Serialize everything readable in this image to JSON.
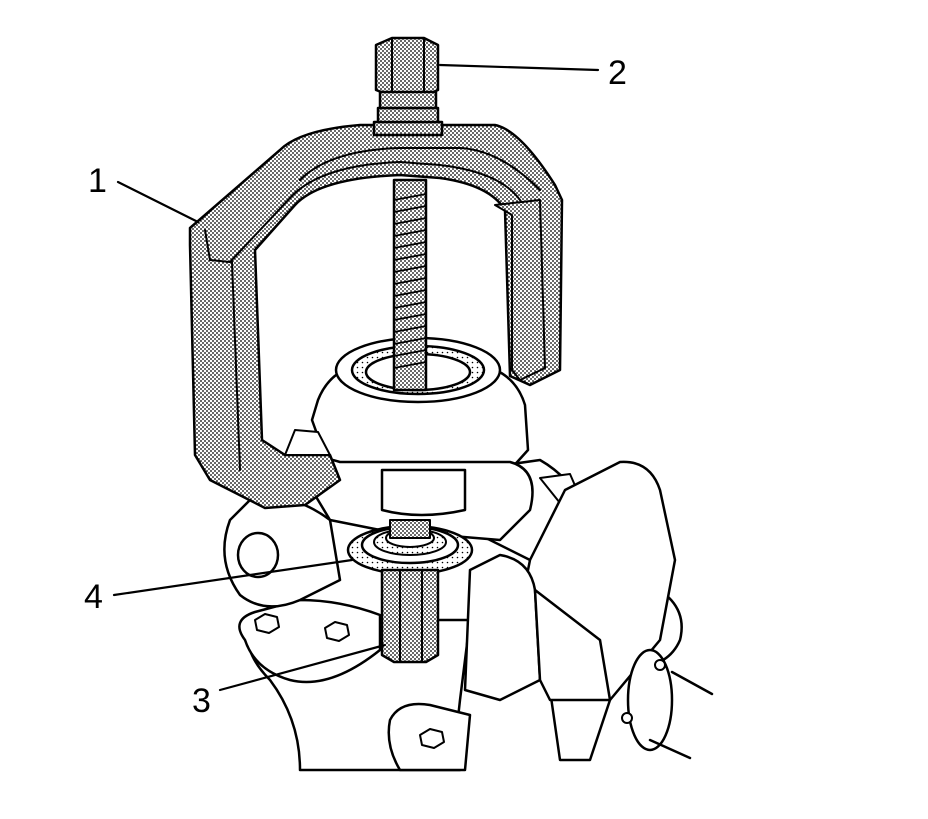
{
  "callouts": [
    {
      "id": "1",
      "label": "1"
    },
    {
      "id": "2",
      "label": "2"
    },
    {
      "id": "3",
      "label": "3"
    },
    {
      "id": "4",
      "label": "4"
    }
  ],
  "colors": {
    "ink": "#000000",
    "paper": "#ffffff",
    "tool_fill": "#bdbdbd",
    "part_fill": "#f2f2f2"
  }
}
